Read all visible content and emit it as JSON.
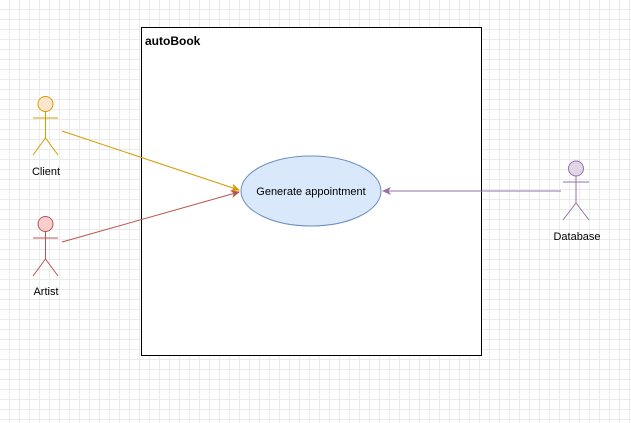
{
  "diagram": {
    "system": {
      "title": "autoBook"
    },
    "use_case": {
      "label": "Generate appointment",
      "fill": "#dae8fc",
      "stroke": "#6c8ebf"
    },
    "actors": {
      "client": {
        "label": "Client",
        "fill": "#ffe6cc",
        "stroke": "#d79b00"
      },
      "artist": {
        "label": "Artist",
        "fill": "#f8cecc",
        "stroke": "#b85450"
      },
      "database": {
        "label": "Database",
        "fill": "#e1d5e7",
        "stroke": "#9673a6"
      }
    }
  }
}
